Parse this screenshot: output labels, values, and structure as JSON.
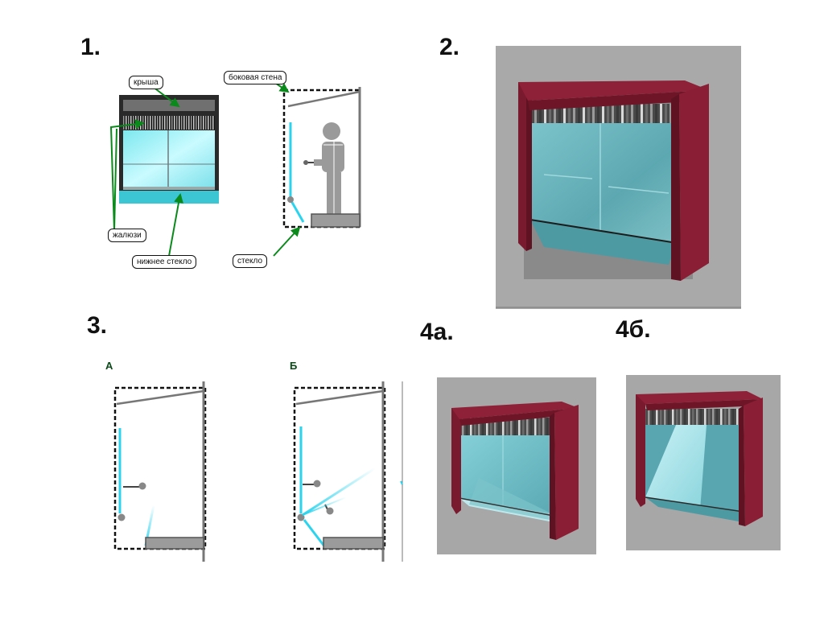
{
  "figures": {
    "f1": "1.",
    "f2": "2.",
    "f3": "3.",
    "f4a": "4а.",
    "f4b": "4б."
  },
  "labels": {
    "roof": "крыша",
    "side_wall": "боковая стена",
    "blinds": "жалюзи",
    "lower_glass": "нижнее стекло",
    "glass": "стекло"
  },
  "variants": {
    "a": "А",
    "b": "Б"
  },
  "colors": {
    "frame": "#8a1e34",
    "frame_dark": "#5e1222",
    "glass": "#6fd3d8",
    "glass_bright": "#aaf6fb",
    "line_cyan": "#2bd4ee",
    "callout_arrow": "#0a8a1a",
    "render_bg": "#a7a7a7",
    "gray_part": "#9b9b9b"
  }
}
